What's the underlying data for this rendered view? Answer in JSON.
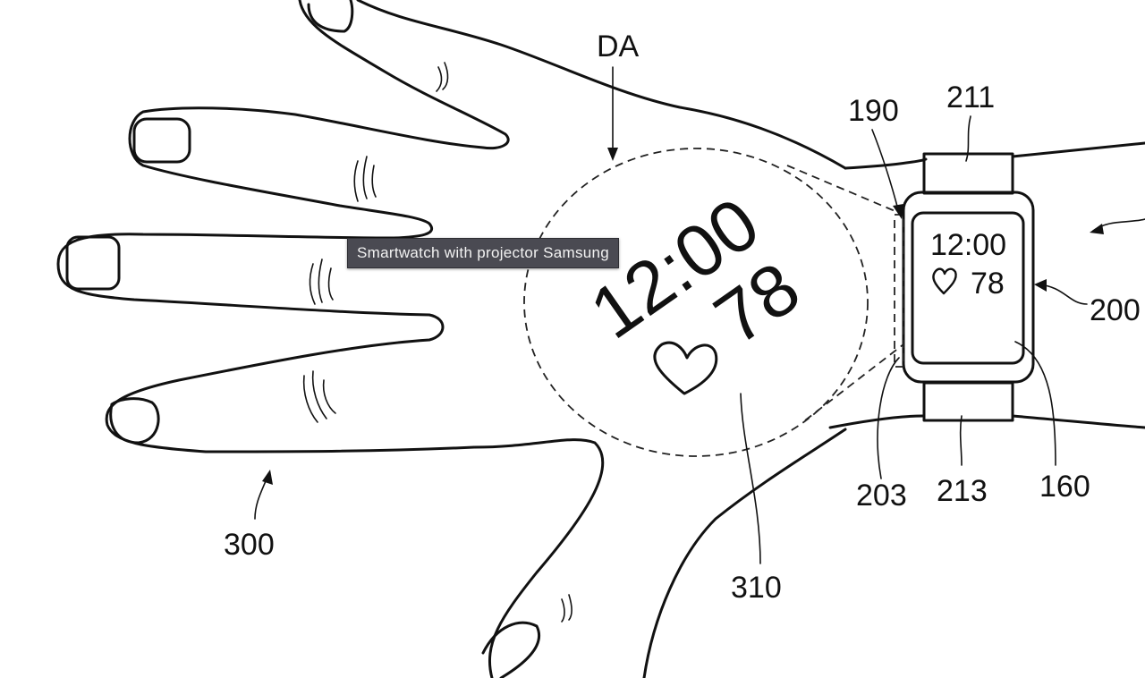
{
  "tooltip": {
    "text": "Smartwatch with projector Samsung"
  },
  "figure": {
    "labels": {
      "display_area": "DA",
      "projector": "190",
      "upper_strap": "211",
      "watch": "200",
      "side": "203",
      "lower_strap": "213",
      "screen": "160",
      "hand": "300",
      "projected_image": "310"
    },
    "watch_screen": {
      "time": "12:00",
      "heart_rate": "78"
    },
    "projection": {
      "time": "12:00",
      "heart_rate": "78"
    }
  }
}
